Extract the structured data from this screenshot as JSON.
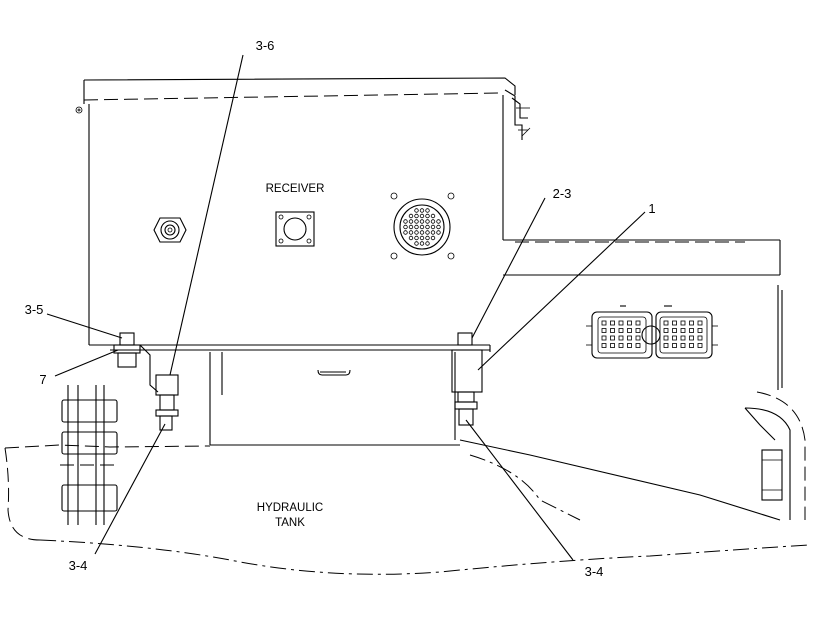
{
  "diagram": {
    "labels": {
      "receiver": "RECEIVER",
      "hydraulic_line1": "HYDRAULIC",
      "hydraulic_line2": "TANK"
    },
    "callouts": {
      "c_3_6": "3-6",
      "c_2_3": "2-3",
      "c_1": "1",
      "c_3_5": "3-5",
      "c_7": "7",
      "c_3_4_left": "3-4",
      "c_3_4_right": "3-4"
    }
  }
}
